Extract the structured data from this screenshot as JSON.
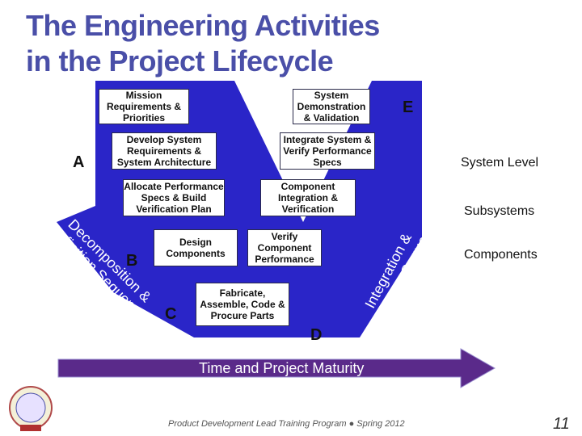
{
  "title": {
    "line1": "The Engineering Activities",
    "line2": "in the Project Lifecycle"
  },
  "colors": {
    "v_fill": "#2a25c8",
    "title": "#4a4fa8",
    "arrow": "#5a2a8a"
  },
  "left_boxes": [
    {
      "label": "Mission Requirements & Priorities"
    },
    {
      "label": "Develop System Requirements & System Architecture"
    },
    {
      "label": "Allocate Performance Specs & Build Verification Plan"
    },
    {
      "label": "Design Components"
    }
  ],
  "right_boxes": [
    {
      "label": "System Demonstration & Validation"
    },
    {
      "label": "Integrate System & Verify Performance Specs"
    },
    {
      "label": "Component Integration & Verification"
    },
    {
      "label": "Verify Component Performance"
    }
  ],
  "bottom_box": {
    "label": "Fabricate, Assemble, Code & Procure Parts"
  },
  "letters": {
    "a": "A",
    "b": "B",
    "c": "C",
    "d": "D",
    "e": "E"
  },
  "levels": {
    "system": "System Level",
    "subsystems": "Subsystems",
    "components": "Components"
  },
  "sequence_labels": {
    "left_line1": "Decomposition &",
    "left_line2": "Definition Sequence",
    "right_line1": "Integration &",
    "right_line2": "Verification Sequence"
  },
  "arrow_label": "Time and Project Maturity",
  "footer": "Product Development Lead Training Program  ●  Spring 2012",
  "page_number": "11",
  "logo_icon": "lab-seal-icon"
}
